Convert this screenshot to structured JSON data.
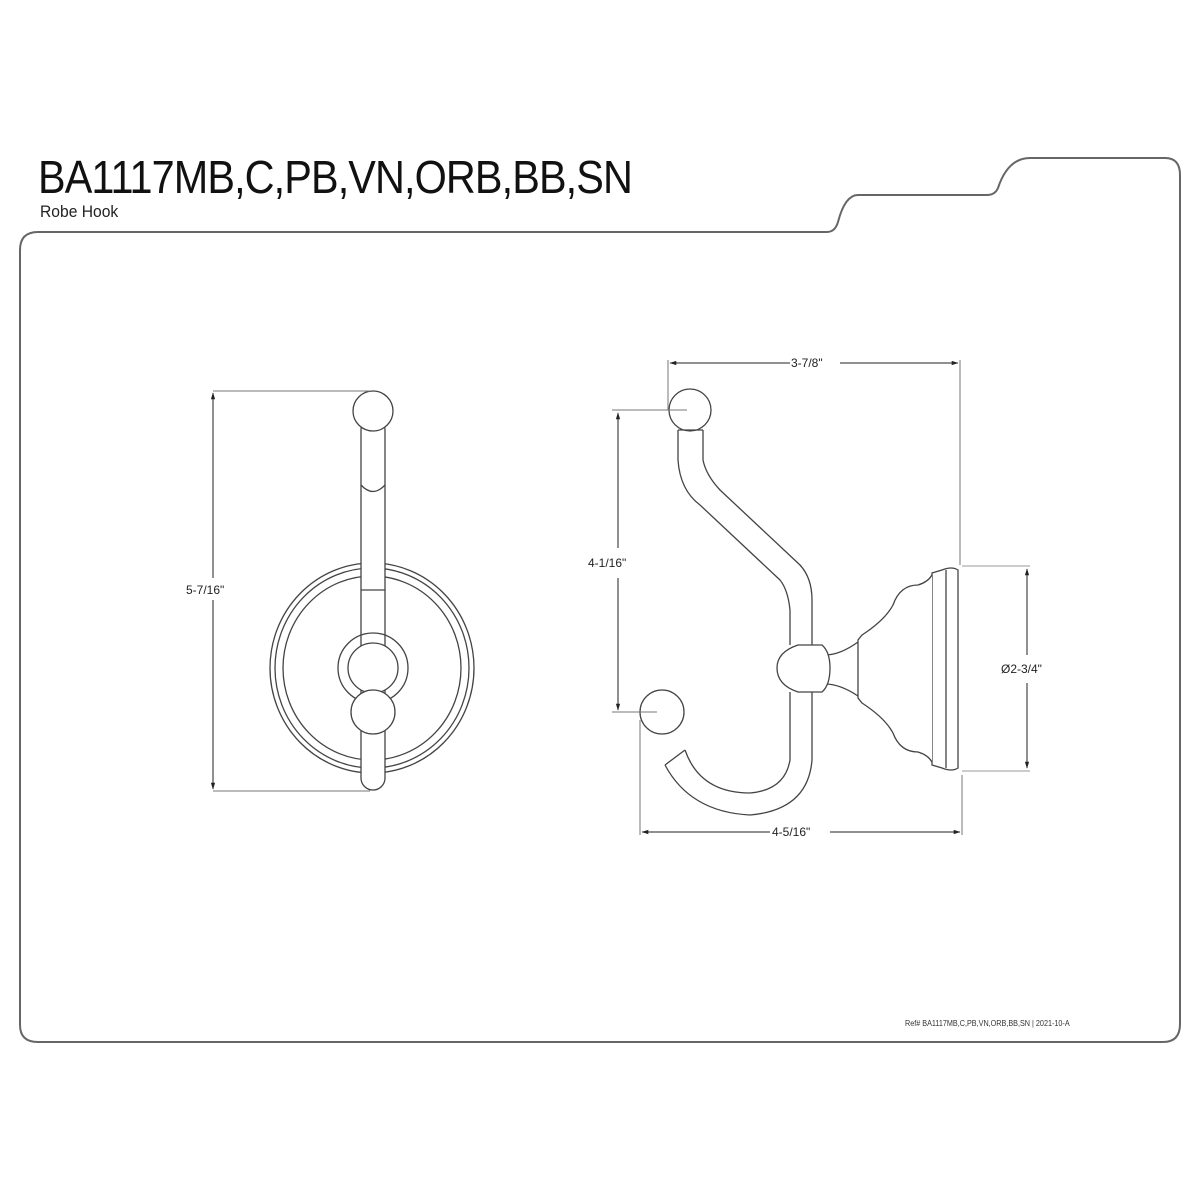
{
  "header": {
    "model": "BA1117MB,C,PB,VN,ORB,BB,SN",
    "product_name": "Robe Hook"
  },
  "front_view": {
    "height_dimension": "5-7/16\""
  },
  "side_view": {
    "top_width_dimension": "3-7/8\"",
    "hook_span_dimension": "4-1/16\"",
    "base_diameter_dimension": "Ø2-3/4\"",
    "projection_dimension": "4-5/16\""
  },
  "footer": {
    "reference": "Ref# BA1117MB,C,PB,VN,ORB,BB,SN | 2021-10-A"
  },
  "colors": {
    "line": "#555555",
    "text": "#111111",
    "background": "#ffffff"
  }
}
